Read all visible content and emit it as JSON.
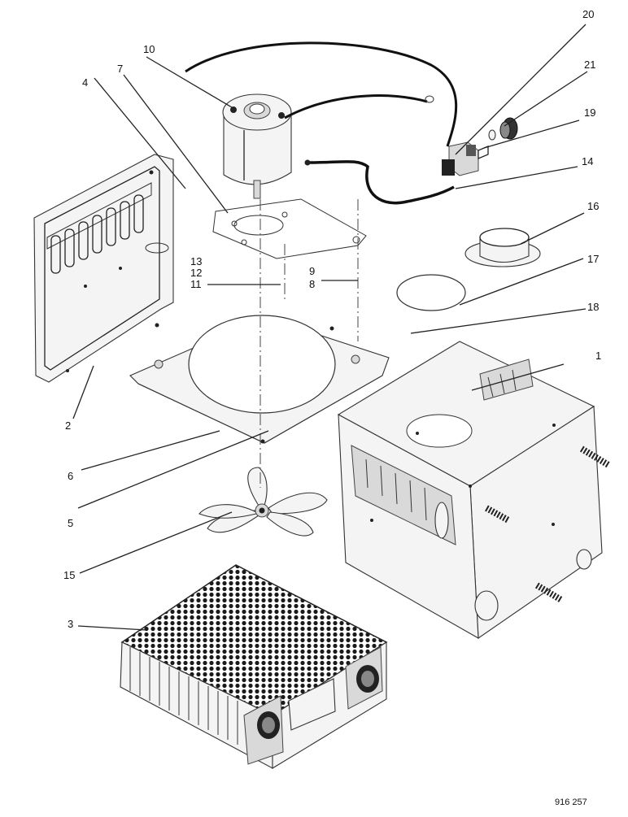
{
  "callouts": {
    "c1": "1",
    "c2": "2",
    "c3": "3",
    "c4": "4",
    "c5": "5",
    "c6": "6",
    "c7": "7",
    "c8": "8",
    "c9": "9",
    "c10": "10",
    "c11": "11",
    "c12": "12",
    "c13": "13",
    "c14": "14",
    "c15": "15",
    "c16": "16",
    "c17": "17",
    "c18": "18",
    "c19": "19",
    "c20": "20",
    "c21": "21"
  },
  "drawing_number": "916 257"
}
